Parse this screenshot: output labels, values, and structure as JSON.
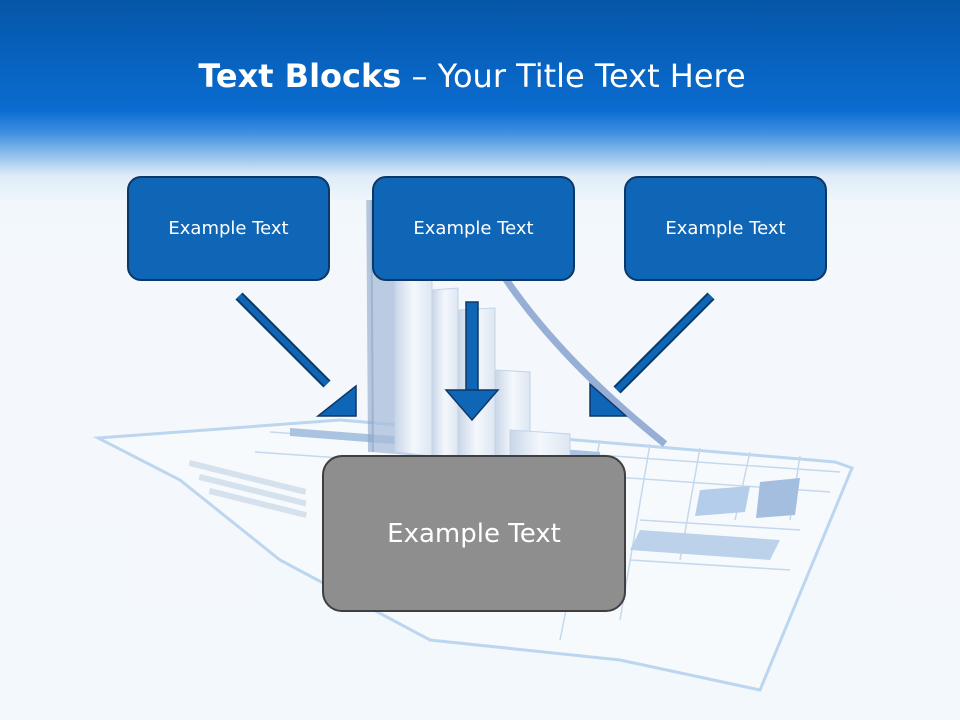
{
  "slide": {
    "title_bold": "Text Blocks",
    "title_dash": " – ",
    "title_rest": "Your Title Text Here"
  },
  "blocks": [
    {
      "label": "Example Text"
    },
    {
      "label": "Example Text"
    },
    {
      "label": "Example Text"
    }
  ],
  "center_block": {
    "label": "Example Text"
  },
  "colors": {
    "header_blue": "#0a6cd0",
    "block_fill": "#0f65b6",
    "block_border": "#0c3868",
    "center_fill": "#8e8e8e",
    "arrow": "#0f65b6"
  }
}
